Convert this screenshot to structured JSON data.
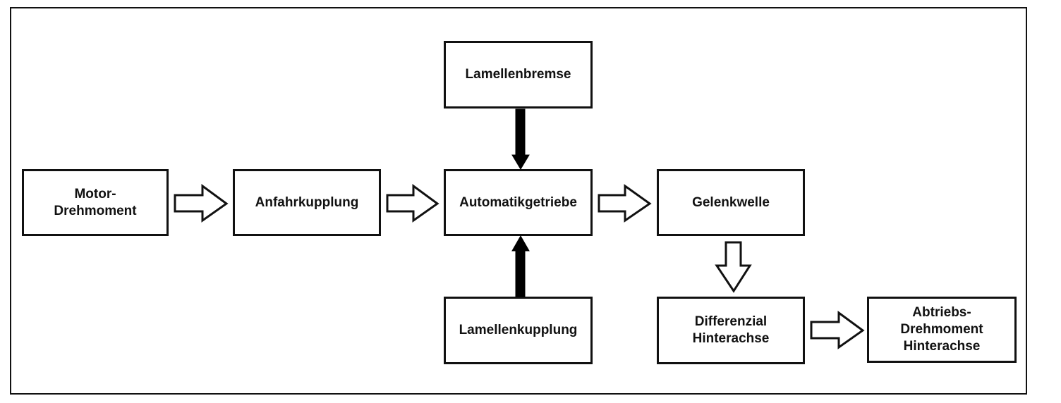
{
  "boxes": {
    "motor": "Motor-\nDrehmoment",
    "anfahrkupplung": "Anfahrkupplung",
    "automatikgetriebe": "Automatikgetriebe",
    "lamellenbremse": "Lamellenbremse",
    "lamellenkupplung": "Lamellenkupplung",
    "gelenkwelle": "Gelenkwelle",
    "differenzial": "Differenzial\nHinterachse",
    "abtrieb": "Abtriebs-\nDrehmoment\nHinterachse"
  },
  "colors": {
    "line": "#111111",
    "fill_hollow": "#ffffff",
    "fill_solid": "#000000"
  },
  "icons": {
    "flow_arrow": "hollow-block-arrow",
    "link_arrow": "solid-thick-arrow"
  }
}
